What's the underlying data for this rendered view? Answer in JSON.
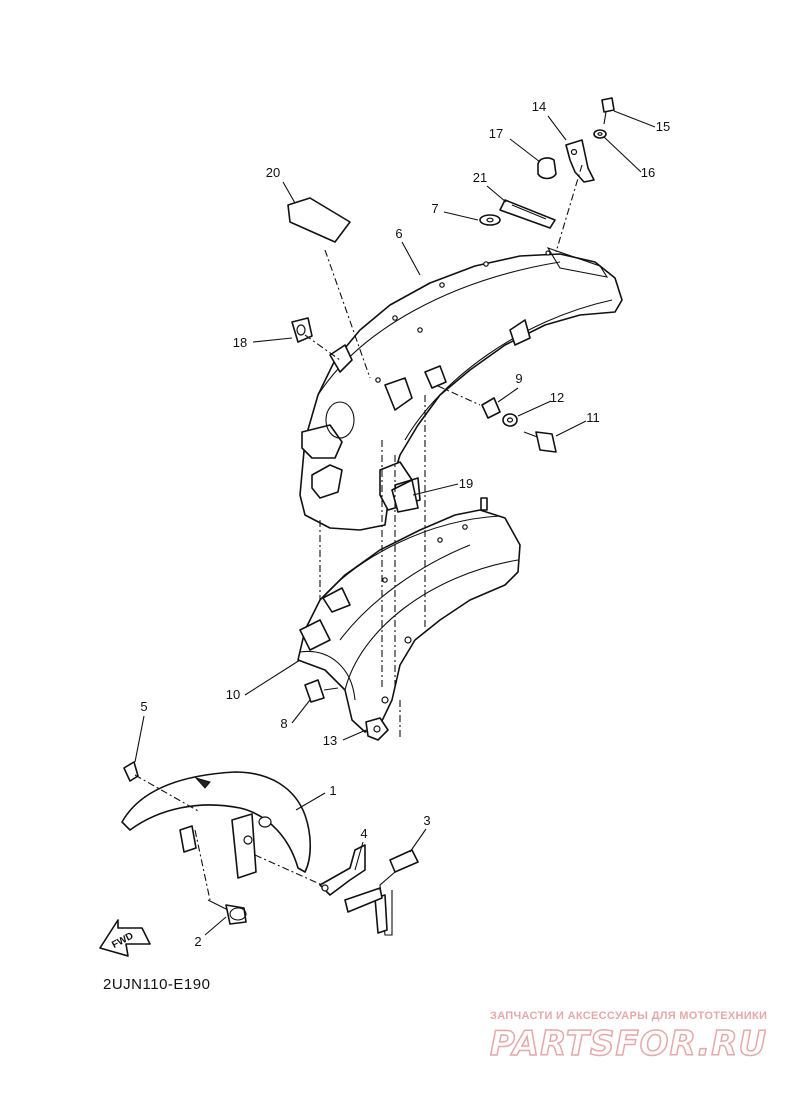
{
  "diagram": {
    "code": "2UJN110-E190",
    "fwd_label": "FWD",
    "callouts": [
      {
        "id": "1",
        "label": "1"
      },
      {
        "id": "2",
        "label": "2"
      },
      {
        "id": "3",
        "label": "3"
      },
      {
        "id": "4",
        "label": "4"
      },
      {
        "id": "5",
        "label": "5"
      },
      {
        "id": "6",
        "label": "6"
      },
      {
        "id": "7",
        "label": "7"
      },
      {
        "id": "8",
        "label": "8"
      },
      {
        "id": "9",
        "label": "9"
      },
      {
        "id": "10",
        "label": "10"
      },
      {
        "id": "11",
        "label": "11"
      },
      {
        "id": "12",
        "label": "12"
      },
      {
        "id": "13",
        "label": "13"
      },
      {
        "id": "14",
        "label": "14"
      },
      {
        "id": "15",
        "label": "15"
      },
      {
        "id": "16",
        "label": "16"
      },
      {
        "id": "17",
        "label": "17"
      },
      {
        "id": "18",
        "label": "18"
      },
      {
        "id": "19",
        "label": "19"
      },
      {
        "id": "20",
        "label": "20"
      },
      {
        "id": "21",
        "label": "21"
      }
    ]
  },
  "watermark": {
    "tagline": "ЗАПЧАСТИ И АКСЕССУАРЫ ДЛЯ МОТОТЕХНИКИ",
    "logo": "PARTSFOR.RU",
    "color": "#e9a7a7"
  }
}
